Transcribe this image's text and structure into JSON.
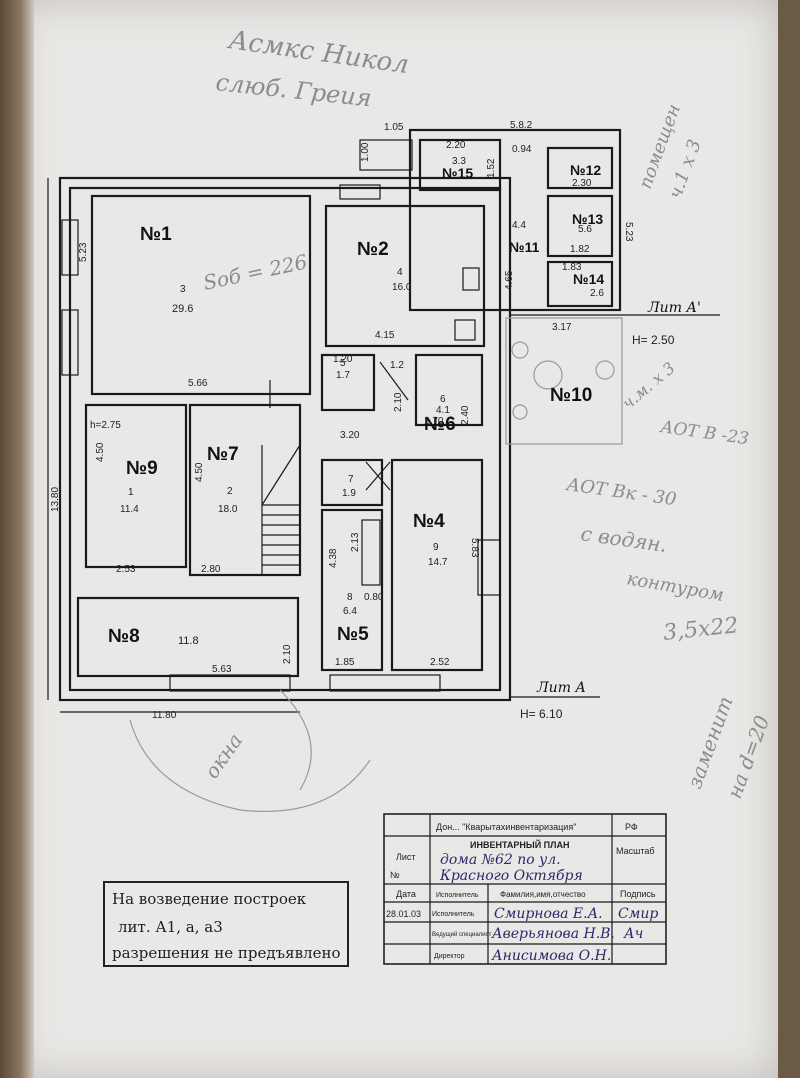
{
  "rooms": [
    {
      "id": "r1",
      "label": "№1",
      "num": "3",
      "area": "29.6"
    },
    {
      "id": "r2",
      "label": "№2",
      "num": "4",
      "area": "16.0"
    },
    {
      "id": "r4",
      "label": "№4",
      "num": "9",
      "area": "14.7"
    },
    {
      "id": "r5",
      "label": "№5",
      "num": "8",
      "area": "6.4"
    },
    {
      "id": "r6",
      "label": "№6",
      "num": "6",
      "area": "4.1"
    },
    {
      "id": "r7",
      "label": "№7",
      "num": "2",
      "area": "18.0"
    },
    {
      "id": "r8",
      "label": "№8",
      "num": "",
      "area": "11.8"
    },
    {
      "id": "r9",
      "label": "№9",
      "num": "1",
      "area": "11.4"
    },
    {
      "id": "r10",
      "label": "№10",
      "num": "",
      "area": ""
    },
    {
      "id": "r11",
      "label": "№11",
      "num": "",
      "area": "4.4"
    },
    {
      "id": "r12",
      "label": "№12",
      "num": "",
      "area": "2.30"
    },
    {
      "id": "r13",
      "label": "№13",
      "num": "",
      "area": "5.6"
    },
    {
      "id": "r14",
      "label": "№14",
      "num": "",
      "area": "2.6"
    },
    {
      "id": "r15",
      "label": "№15",
      "num": "",
      "area": "3.3"
    }
  ],
  "small_rooms": {
    "r3": {
      "num": "5",
      "area": "1.7"
    },
    "r9small": {
      "num": "7",
      "area": "1.9"
    }
  },
  "dimensions": {
    "d1": "5.66",
    "d2": "5.23",
    "d3": "4.15",
    "d4": "1.20",
    "d5": "1.2",
    "d6": "2.10",
    "d7": "1.70",
    "d8": "3.20",
    "d9": "h=2.75",
    "d10": "4.50",
    "d11": "4.50",
    "d12": "2.53",
    "d13": "2.80",
    "d14": "13.80",
    "d15": "4.38",
    "d16": "2.13",
    "d17": "0.80",
    "d18": "5.83",
    "d19": "1.85",
    "d20": "2.52",
    "d21": "5.63",
    "d22": "2.10",
    "d23": "11.80",
    "d24": "1.05",
    "d25": "2.20",
    "d26": "5.8.2",
    "d27": "0.94",
    "d28": "1.52",
    "d29": "4.65",
    "d30": "1.82",
    "d31": "1.83",
    "d32": "5.23",
    "d33": "3.17",
    "d34": "H= 2.50",
    "d35": "H= 6.10",
    "d36": "1.00",
    "d37": "2.40"
  },
  "annotations": {
    "lit_a_top": "Лит А'",
    "lit_a_bottom": "Лит А",
    "pencil_top": "Асмкс Никол",
    "pencil_top2": "слюб. Греия",
    "pencil_sobsh": "Sоб = 226",
    "pencil_right1": "помещен",
    "pencil_right2": "ч.1 х 3",
    "pencil_aotv23": "АОТ В -23",
    "pencil_aotv30": "АОТ Вк - 30",
    "pencil_vodyan": "с водян.",
    "pencil_kontur": "контуром",
    "pencil_size": "3,5х22",
    "pencil_zamenit": "заменит",
    "pencil_na": "на d=20",
    "pencil_okna": "окна",
    "pencil_chm": "ч.м. х 3"
  },
  "title_block": {
    "org": "Дон... \"Кварытахинвентаризация\"",
    "country": "РФ",
    "sheet_label": "Лист",
    "num_label": "№",
    "plan_title": "ИНВЕНТАРНЫЙ ПЛАН",
    "scale_label": "Масштаб",
    "hand_line1": "дома №62 по ул.",
    "hand_line2": "Красного Октября",
    "col_date": "Дата",
    "col_role": "Исполнитель",
    "col_name": "Фамилия,имя,отчество",
    "col_sign": "Подпись",
    "date": "28.01.03",
    "role1": "Исполнитель",
    "name1": "Смирнова Е.А.",
    "sign1": "Смир",
    "role2": "Ведущий специалист",
    "name2": "Аверьянова Н.В.",
    "sign2": "Ач",
    "role3": "Директор",
    "name3": "Анисимова О.Н."
  },
  "stamp": {
    "line1": "На возведение построек",
    "line2": "лит. А1, а, а3",
    "line3": "разрешения не предъявлено"
  }
}
